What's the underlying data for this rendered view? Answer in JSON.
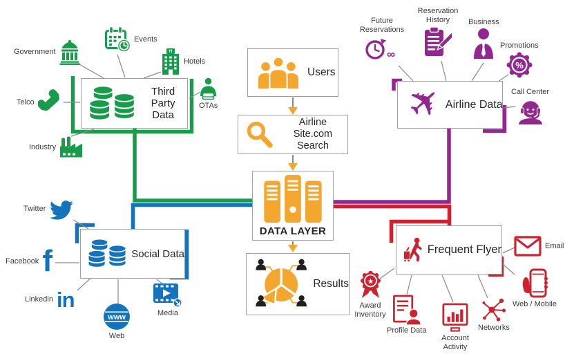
{
  "colors": {
    "green": "#189C4C",
    "blue": "#1473BB",
    "orange": "#F4A72F",
    "purple": "#92278F",
    "red": "#CB2430",
    "line_gray": "#8C8C8C",
    "border_gray": "#A0A0A0",
    "title_text": "#262626",
    "label_text": "#3B3B3B"
  },
  "center": {
    "users": {
      "label": "Users",
      "icon": "users-group-icon"
    },
    "search": {
      "label": "Airline Site.com Search",
      "icon": "magnifier-icon"
    },
    "data_layer": {
      "label": "DATA LAYER",
      "icon": "server-stack-icon"
    },
    "results": {
      "label": "Results",
      "icon": "pie-chart-people-icon"
    }
  },
  "clusters": {
    "third_party": {
      "title": "Third Party Data",
      "box_icon": "database-icon",
      "satellites": {
        "government": {
          "label": "Government",
          "icon": "government-building-icon"
        },
        "events": {
          "label": "Events",
          "icon": "calendar-clock-icon"
        },
        "hotels": {
          "label": "Hotels",
          "icon": "hotel-building-icon"
        },
        "telco": {
          "label": "Telco",
          "icon": "phone-handset-icon"
        },
        "industry": {
          "label": "Industry",
          "icon": "factory-icon"
        },
        "otas": {
          "label": "OTAs",
          "icon": "agent-laptop-icon"
        }
      }
    },
    "social": {
      "title": "Social Data",
      "box_icon": "database-icon",
      "satellites": {
        "twitter": {
          "label": "Twitter",
          "icon": "twitter-bird-icon"
        },
        "facebook": {
          "label": "Facebook",
          "icon": "facebook-f-icon"
        },
        "linkedin": {
          "label": "Linkedin",
          "icon": "linkedin-in-icon"
        },
        "web": {
          "label": "Web",
          "icon": "www-globe-icon"
        },
        "media": {
          "label": "Media",
          "icon": "film-player-icon"
        }
      }
    },
    "airline": {
      "title": "Airline Data",
      "box_icon": "airplane-icon",
      "satellites": {
        "future_reservations": {
          "label": "Future Reservations",
          "icon": "clock-infinity-icon"
        },
        "reservation_history": {
          "label": "Reservation History",
          "icon": "clipboard-pencil-icon"
        },
        "business": {
          "label": "Business",
          "icon": "business-person-icon"
        },
        "promotions": {
          "label": "Promotions",
          "icon": "percent-badge-icon"
        },
        "call_center": {
          "label": "Call Center",
          "icon": "headset-agent-icon"
        }
      }
    },
    "frequent_flyer": {
      "title": "Frequent Flyer",
      "box_icon": "traveler-icon",
      "satellites": {
        "email": {
          "label": "Email",
          "icon": "envelope-icon"
        },
        "web_mobile": {
          "label": "Web / Mobile",
          "icon": "hand-phone-icon"
        },
        "networks": {
          "label": "Networks",
          "icon": "network-nodes-icon"
        },
        "account_activity": {
          "label": "Account Activity",
          "icon": "bar-chart-monitor-icon"
        },
        "profile_data": {
          "label": "Profile Data",
          "icon": "profile-document-icon"
        },
        "award_inventory": {
          "label": "Award Inventory",
          "icon": "award-rosette-icon"
        }
      }
    }
  },
  "icons": {
    "plane_glyph": "✈",
    "facebook_glyph": "f",
    "linkedin_glyph": "in",
    "web_glyph": "www",
    "percent_glyph": "%",
    "star_glyph": "★",
    "infinity_glyph": "∞",
    "hotel_sign_glyph": "H"
  }
}
